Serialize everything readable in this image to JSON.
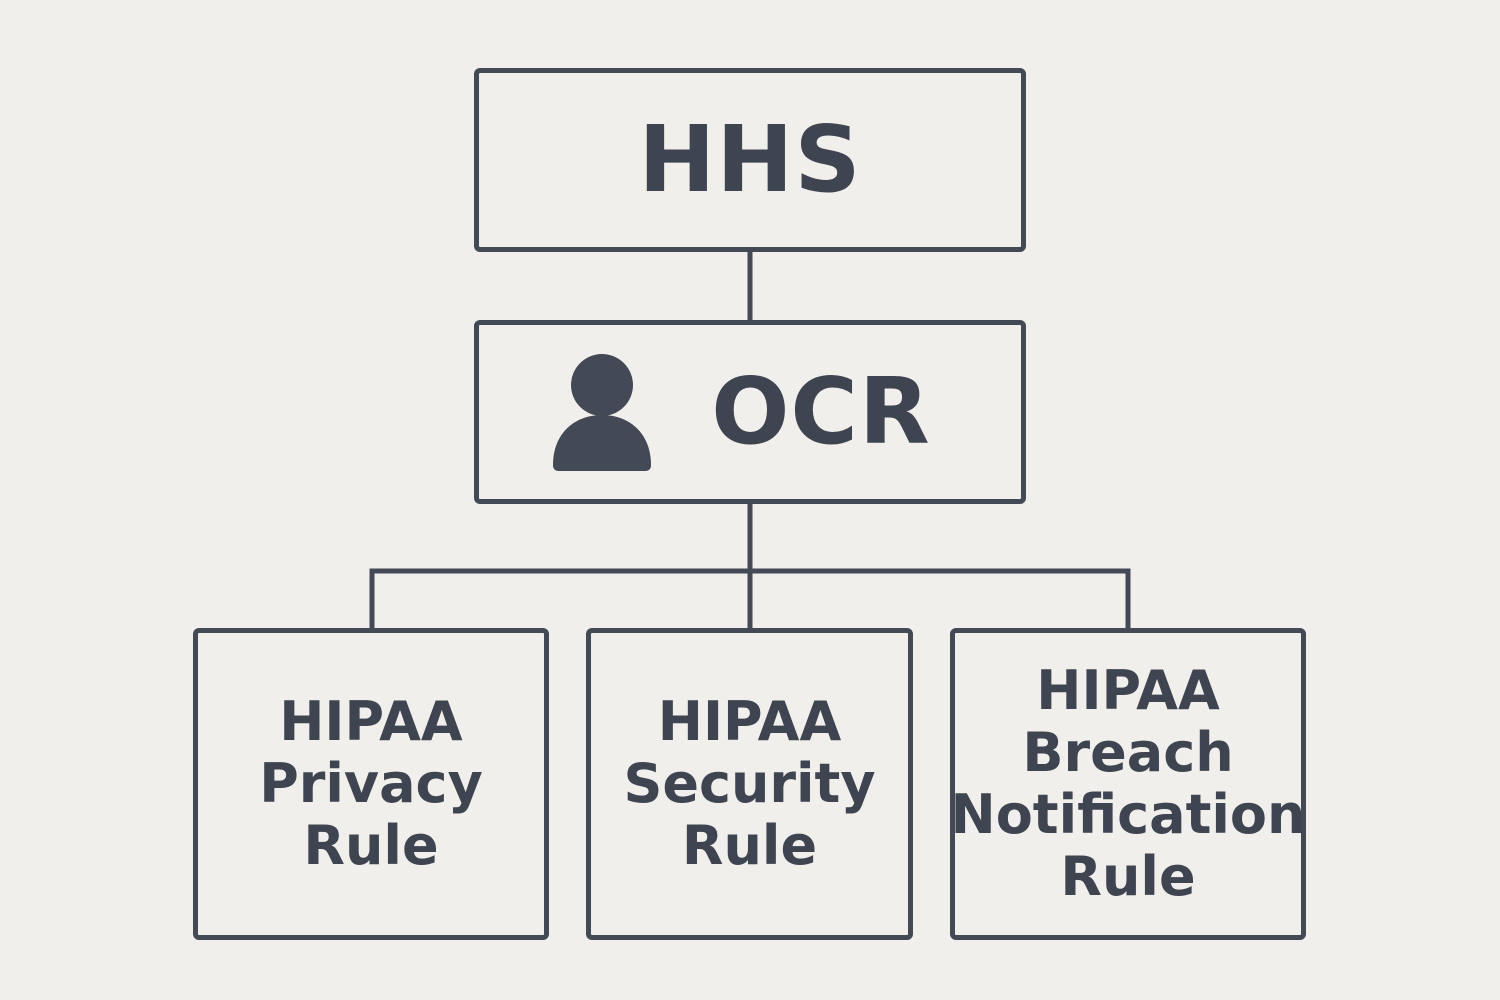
{
  "diagram": {
    "top_node": {
      "label": "HHS"
    },
    "middle_node": {
      "label": "OCR",
      "icon": "person-icon"
    },
    "rules": [
      {
        "lines": [
          "HIPAA",
          "Privacy",
          "Rule"
        ]
      },
      {
        "lines": [
          "HIPAA",
          "Security",
          "Rule"
        ]
      },
      {
        "lines": [
          "HIPAA",
          "Breach",
          "Notification",
          "Rule"
        ]
      }
    ]
  },
  "colors": {
    "background": "#f1efeb",
    "stroke": "#434a55",
    "text": "#3e4550"
  }
}
